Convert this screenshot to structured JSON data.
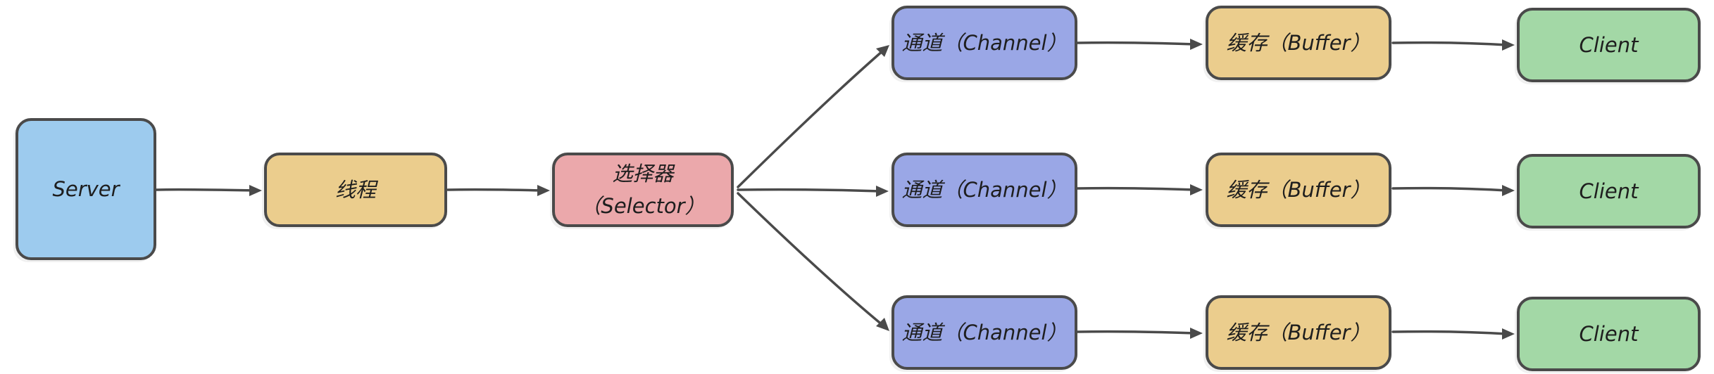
{
  "diagram": {
    "server": "Server",
    "thread": "线程",
    "selector": {
      "line1": "选择器",
      "line2": "（Selector）"
    },
    "rows": [
      {
        "channel": "通道（Channel）",
        "buffer": "缓存（Buffer）",
        "client": "Client"
      },
      {
        "channel": "通道（Channel）",
        "buffer": "缓存（Buffer）",
        "client": "Client"
      },
      {
        "channel": "通道（Channel）",
        "buffer": "缓存（Buffer）",
        "client": "Client"
      }
    ],
    "colors": {
      "server": "#9dcbee",
      "thread": "#ebcd8d",
      "selector": "#eba8ab",
      "channel": "#9aa7e6",
      "buffer": "#ebcd8d",
      "client": "#a3d8a6",
      "stroke": "#4a4a4a"
    }
  }
}
